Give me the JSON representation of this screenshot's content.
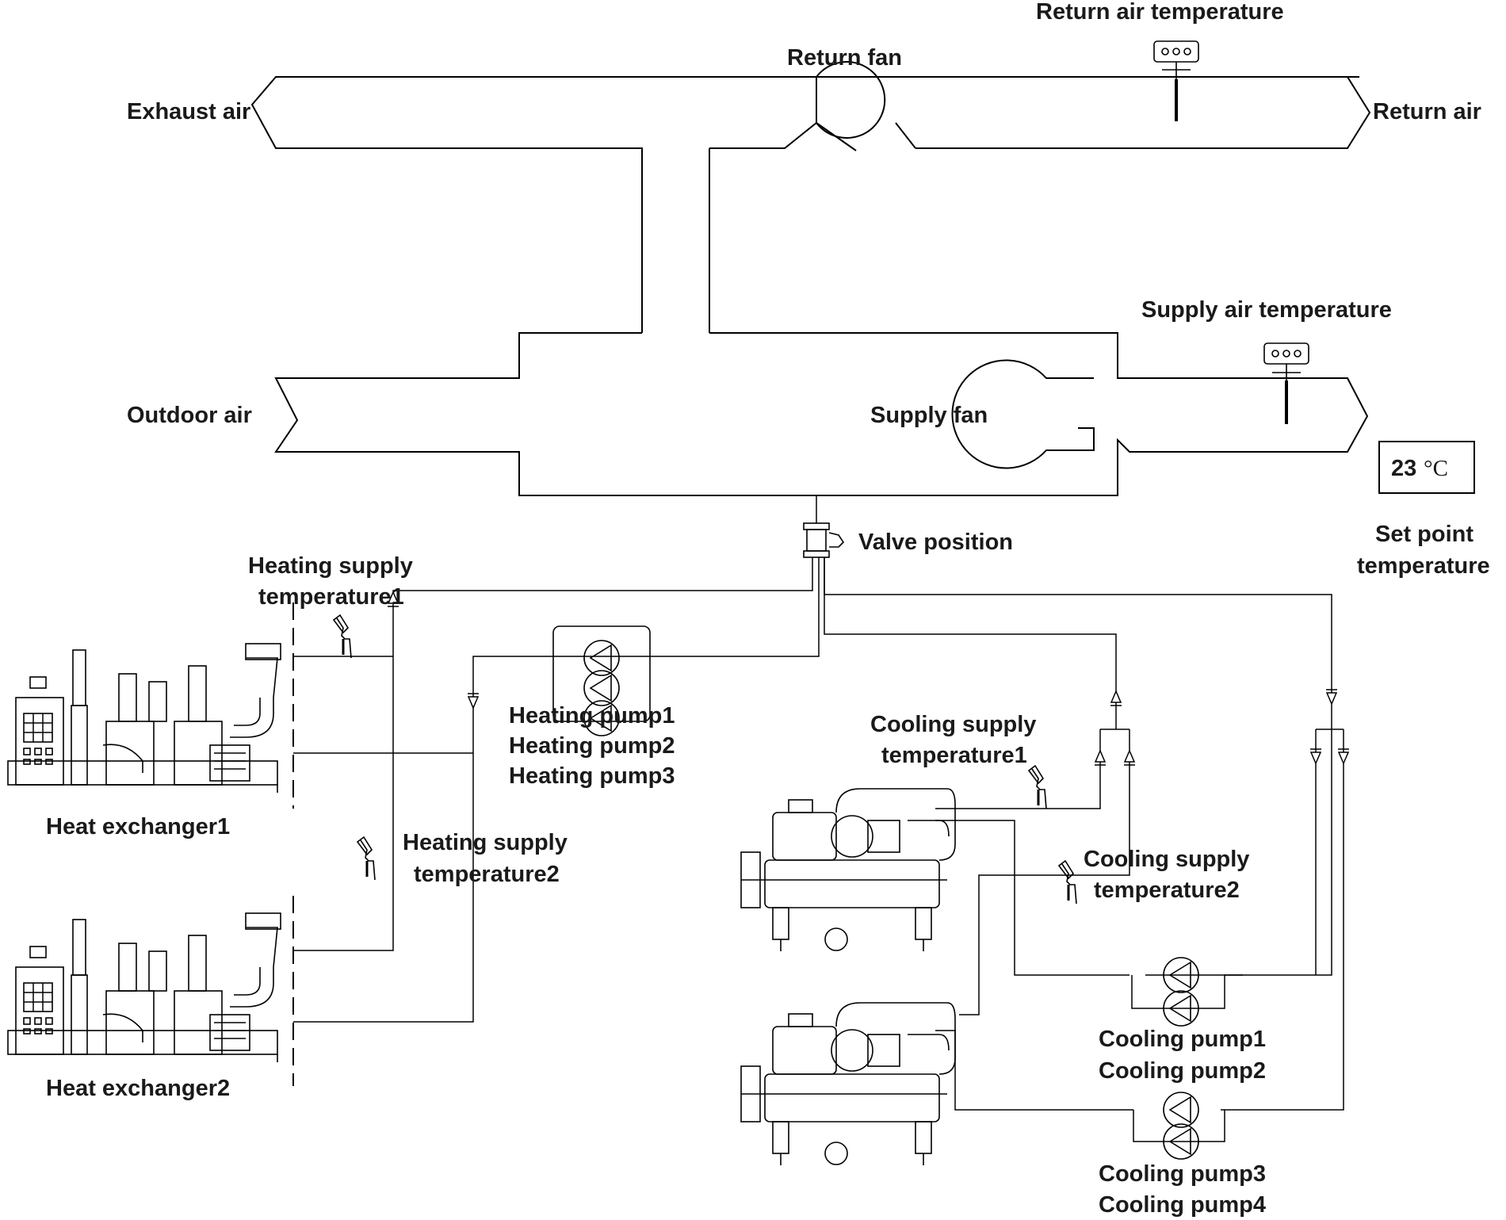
{
  "air_side": {
    "exhaust_air": "Exhaust air",
    "return_fan": "Return fan",
    "return_air_temperature": "Return air temperature",
    "return_air": "Return air",
    "outdoor_air": "Outdoor air",
    "supply_fan": "Supply fan",
    "supply_air_temperature": "Supply air temperature",
    "set_point_value": "23",
    "set_point_unit": "°C",
    "set_point_label_line1": "Set point",
    "set_point_label_line2": "temperature",
    "valve_position": "Valve position"
  },
  "heating": {
    "supply_temp1_line1": "Heating supply",
    "supply_temp1_line2": "temperature1",
    "supply_temp2_line1": "Heating supply",
    "supply_temp2_line2": "temperature2",
    "pumps": [
      "Heating pump1",
      "Heating pump2",
      "Heating pump3"
    ],
    "heat_exchanger1": "Heat exchanger1",
    "heat_exchanger2": "Heat exchanger2"
  },
  "cooling": {
    "supply_temp1_line1": "Cooling supply",
    "supply_temp1_line2": "temperature1",
    "supply_temp2_line1": "Cooling supply",
    "supply_temp2_line2": "temperature2",
    "pumps_group1": [
      "Cooling pump1",
      "Cooling pump2"
    ],
    "pumps_group2": [
      "Cooling pump3",
      "Cooling pump4"
    ]
  }
}
